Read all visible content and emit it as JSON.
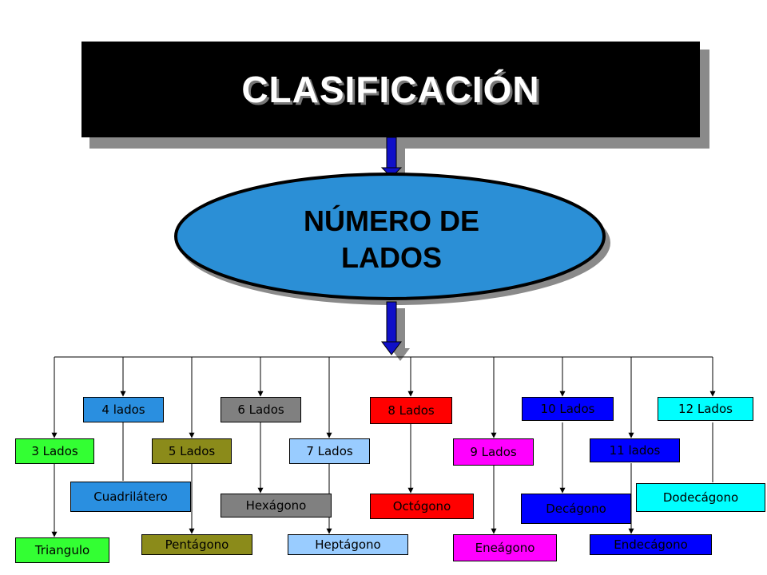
{
  "title": "CLASIFICACIÓN",
  "center": {
    "line1": "NÚMERO DE",
    "line2": "LADOS"
  },
  "colors": {
    "title_bg": "#000000",
    "ellipse_fill": "#2b8fd6",
    "arrow": "#1010c8"
  },
  "nodes": [
    {
      "key": "3",
      "label": "3 Lados",
      "name": "Triangulo"
    },
    {
      "key": "4",
      "label": "4 lados",
      "name": "Cuadrilátero"
    },
    {
      "key": "5",
      "label": "5 Lados",
      "name": "Pentágono"
    },
    {
      "key": "6",
      "label": "6 Lados",
      "name": "Hexágono"
    },
    {
      "key": "7",
      "label": "7 Lados",
      "name": "Heptágono"
    },
    {
      "key": "8",
      "label": "8 Lados",
      "name": "Octógono"
    },
    {
      "key": "9",
      "label": "9 Lados",
      "name": "Eneágono"
    },
    {
      "key": "10",
      "label": "10 Lados",
      "name": "Decágono"
    },
    {
      "key": "11",
      "label": "11 lados",
      "name": "Endecágono"
    },
    {
      "key": "12",
      "label": "12 Lados",
      "name": "Dodecágono"
    }
  ]
}
